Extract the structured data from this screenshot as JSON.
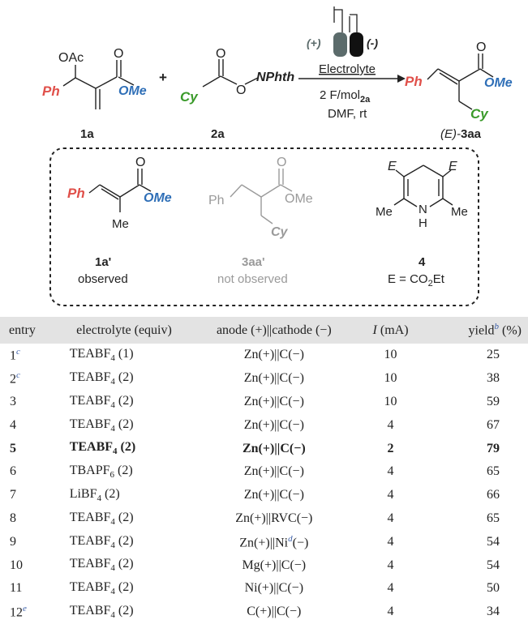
{
  "scheme": {
    "reactant_1": {
      "substituent_acetate": "OAc",
      "substituent_ester": "OMe",
      "aryl": "Ph",
      "label": "1a"
    },
    "plus": "+",
    "reactant_2": {
      "alkyl": "Cy",
      "leaving_group": "NPhth",
      "label": "2a"
    },
    "conditions": {
      "anode_sign": "(+)",
      "cathode_sign": "(-)",
      "line1": "Electrolyte",
      "line2_prefix": "2 F/mol",
      "line2_sub": "2a",
      "line3": "DMF, rt"
    },
    "product": {
      "aryl": "Ph",
      "ester": "OMe",
      "alkyl": "Cy",
      "label_prefix": "(E)-",
      "label": "3aa"
    },
    "side_products": [
      {
        "aryl": "Ph",
        "ester": "OMe",
        "methyl": "Me",
        "label": "1a'",
        "note": "observed"
      },
      {
        "aryl": "Ph",
        "ester": "OMe",
        "alkyl": "Cy",
        "label": "3aa'",
        "note": "not observed"
      },
      {
        "ester_group": "E",
        "methyl": "Me",
        "nh": "N",
        "h": "H",
        "label": "4",
        "note_prefix": "E = CO",
        "note_sub": "2",
        "note_suffix": "Et"
      }
    ]
  },
  "table": {
    "headers": {
      "entry": "entry",
      "electrolyte": "electrolyte (equiv)",
      "electrodes": "anode (+)||cathode (−)",
      "current_var": "I",
      "current_unit": " (mA)",
      "yield_label": "yield",
      "yield_fn": "b",
      "yield_unit": " (%)"
    },
    "rows": [
      {
        "entry": "1",
        "fn": "c",
        "salt": "TEABF",
        "sub": "4",
        "equiv": " (1)",
        "electrodes": "Zn(+)||C(−)",
        "current": "10",
        "yield": "25"
      },
      {
        "entry": "2",
        "fn": "c",
        "salt": "TEABF",
        "sub": "4",
        "equiv": " (2)",
        "electrodes": "Zn(+)||C(−)",
        "current": "10",
        "yield": "38"
      },
      {
        "entry": "3",
        "fn": "",
        "salt": "TEABF",
        "sub": "4",
        "equiv": " (2)",
        "electrodes": "Zn(+)||C(−)",
        "current": "10",
        "yield": "59"
      },
      {
        "entry": "4",
        "fn": "",
        "salt": "TEABF",
        "sub": "4",
        "equiv": " (2)",
        "electrodes": "Zn(+)||C(−)",
        "current": "4",
        "yield": "67"
      },
      {
        "entry": "5",
        "fn": "",
        "salt": "TEABF",
        "sub": "4",
        "equiv": " (2)",
        "electrodes": "Zn(+)||C(−)",
        "current": "2",
        "yield": "79",
        "bold": true
      },
      {
        "entry": "6",
        "fn": "",
        "salt": "TBAPF",
        "sub": "6",
        "equiv": " (2)",
        "electrodes": "Zn(+)||C(−)",
        "current": "4",
        "yield": "65"
      },
      {
        "entry": "7",
        "fn": "",
        "salt": "LiBF",
        "sub": "4",
        "equiv": " (2)",
        "electrodes": "Zn(+)||C(−)",
        "current": "4",
        "yield": "66"
      },
      {
        "entry": "8",
        "fn": "",
        "salt": "TEABF",
        "sub": "4",
        "equiv": " (2)",
        "electrodes": "Zn(+)||RVC(−)",
        "current": "4",
        "yield": "65"
      },
      {
        "entry": "9",
        "fn": "",
        "salt": "TEABF",
        "sub": "4",
        "equiv": " (2)",
        "electrodes": "Zn(+)||Ni",
        "electrode_fn": "d",
        "electrode_suffix": "(−)",
        "current": "4",
        "yield": "54"
      },
      {
        "entry": "10",
        "fn": "",
        "salt": "TEABF",
        "sub": "4",
        "equiv": " (2)",
        "electrodes": "Mg(+)||C(−)",
        "current": "4",
        "yield": "54"
      },
      {
        "entry": "11",
        "fn": "",
        "salt": "TEABF",
        "sub": "4",
        "equiv": " (2)",
        "electrodes": "Ni(+)||C(−)",
        "current": "4",
        "yield": "50"
      },
      {
        "entry": "12",
        "fn": "e",
        "salt": "TEABF",
        "sub": "4",
        "equiv": " (2)",
        "electrodes": "C(+)||C(−)",
        "current": "4",
        "yield": "34"
      }
    ]
  },
  "colors": {
    "aryl": "#e0504a",
    "ester": "#2f6fb7",
    "alkyl": "#3a9a2a",
    "faded": "#9a9a9a",
    "anode": "#5b6b6b",
    "header_bg": "#e3e3e3"
  }
}
